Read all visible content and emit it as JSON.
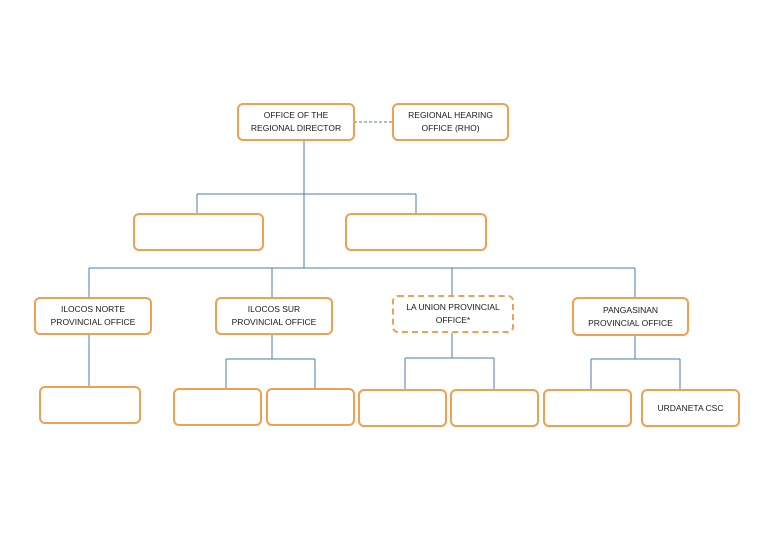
{
  "colors": {
    "box_border": "#F0A050",
    "connector": "#4A7DB5",
    "text": "#1a1a1a"
  },
  "org_chart": {
    "regional_director": "OFFICE OF THE\nREGIONAL DIRECTOR",
    "regional_hearing_office": "REGIONAL HEARING\nOFFICE (RHO)",
    "staff_unit_left": "",
    "staff_unit_right": "",
    "provincial_offices": [
      "ILOCOS NORTE\nPROVINCIAL OFFICE",
      "ILOCOS SUR\nPROVINCIAL OFFICE",
      "LA UNION PROVINCIAL\nOFFICE*",
      "PANGASINAN\nPROVINCIAL OFFICE"
    ],
    "field_offices": {
      "ilocos_norte_1": "",
      "ilocos_sur_1": "",
      "ilocos_sur_2": "",
      "la_union_1": "",
      "la_union_2": "",
      "pangasinan_1": "",
      "pangasinan_2": "URDANETA CSC"
    }
  }
}
